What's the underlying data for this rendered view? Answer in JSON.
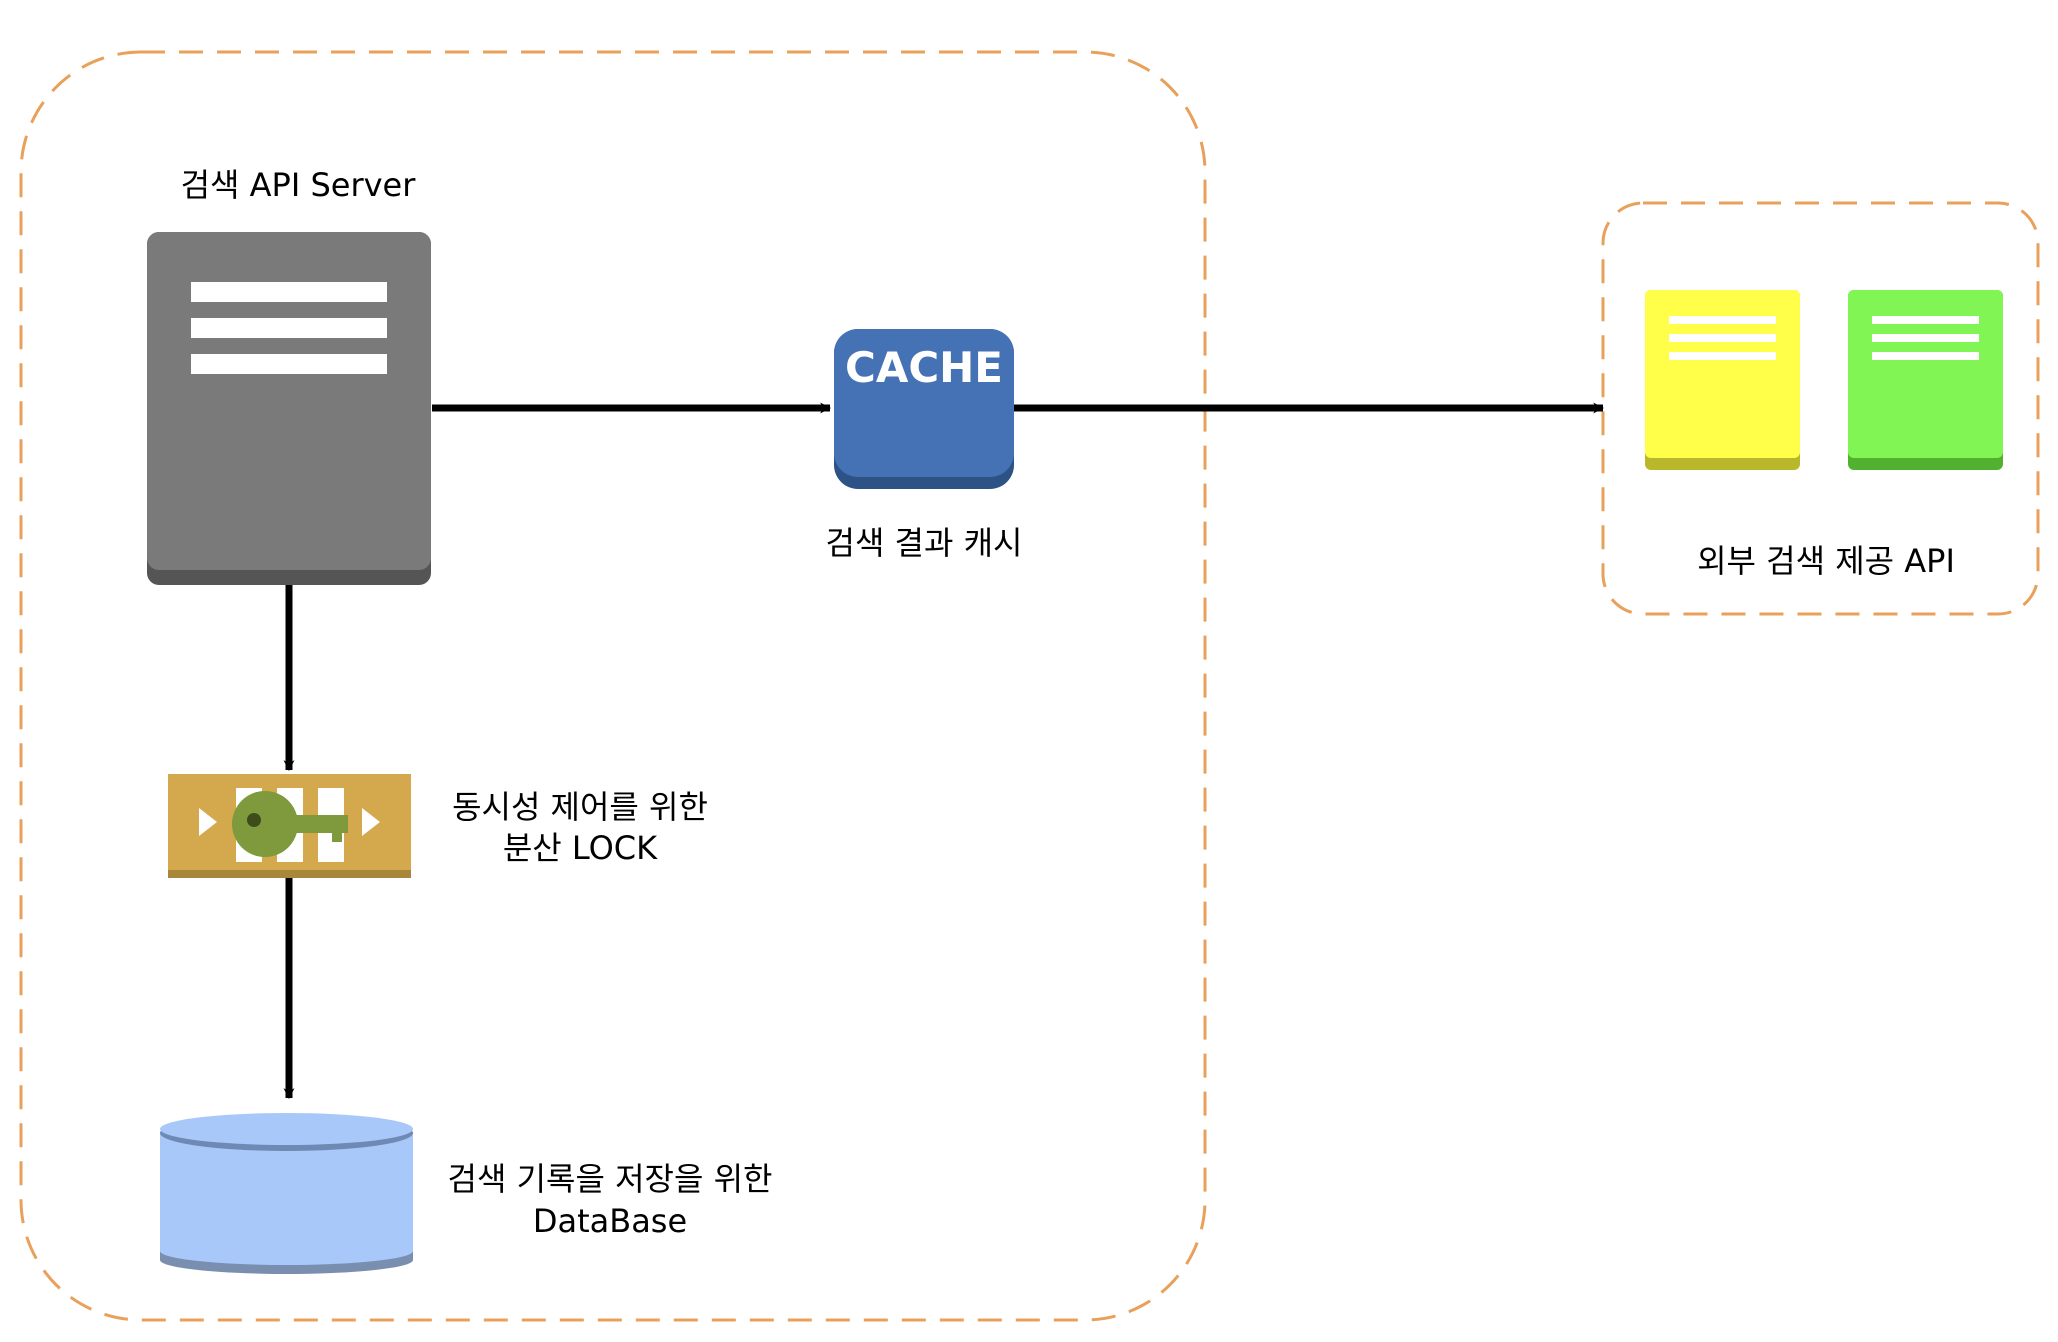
{
  "labels": {
    "api_server": "검색 API Server",
    "cache_text": "CACHE",
    "cache_caption": "검색 결과 캐시",
    "external_api": "외부 검색 제공 API",
    "lock_line1": "동시성 제어를 위한",
    "lock_line2": "분산 LOCK",
    "db_line1": "검색 기록을 저장을 위한",
    "db_line2": "DataBase"
  },
  "colors": {
    "boundary": "#e8a05a",
    "server": "#7a7a7a",
    "cache": "#4472b4",
    "lock": "#d4a94e",
    "key": "#7f9a3c",
    "database": "#a8c8fa",
    "external_yellow": "#ffff4a",
    "external_green": "#80f553",
    "arrow": "#000000"
  },
  "icons": {
    "server": "server-icon",
    "cache": "cache-icon",
    "lock": "key-lock-icon",
    "database": "database-cylinder-icon",
    "external_a": "document-icon",
    "external_b": "document-icon"
  }
}
